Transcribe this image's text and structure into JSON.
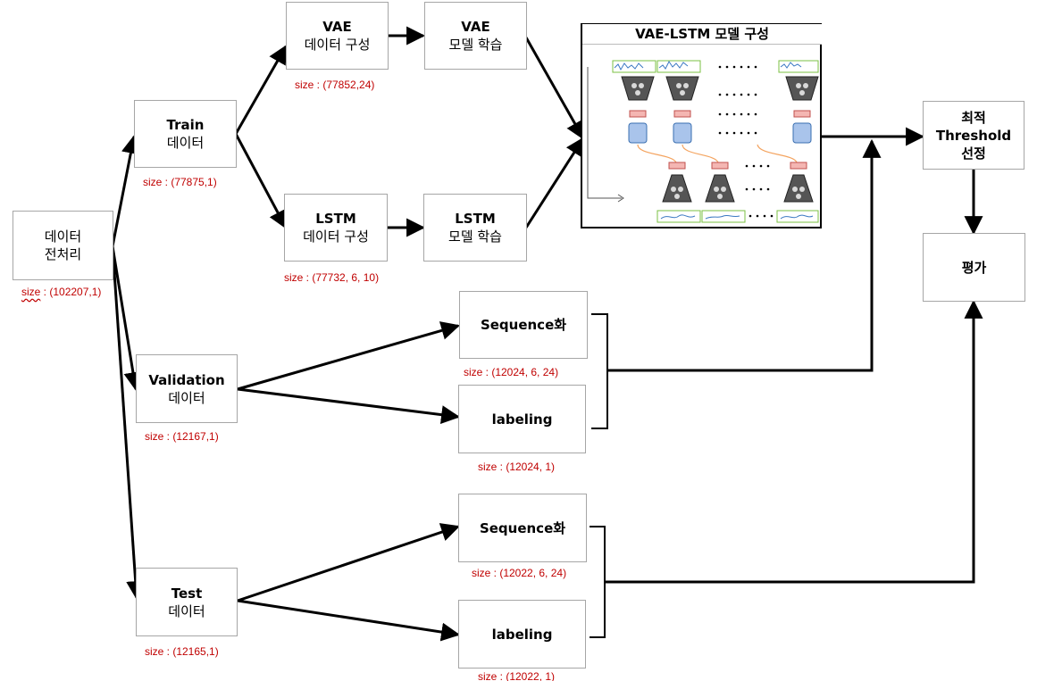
{
  "nodes": {
    "preprocess": {
      "line1": "데이터",
      "line2": "전처리",
      "size": "size : (102207,1)",
      "size_wavy": "size"
    },
    "train": {
      "line1": "Train",
      "line2": "데이터",
      "size": "size : (77875,1)"
    },
    "vae_data": {
      "line1": "VAE",
      "line2": "데이터 구성",
      "size": "size : (77852,24)"
    },
    "vae_train": {
      "line1": "VAE",
      "line2": "모델 학습"
    },
    "lstm_data": {
      "line1": "LSTM",
      "line2": "데이터 구성",
      "size": "size : (77732, 6, 10)"
    },
    "lstm_train": {
      "line1": "LSTM",
      "line2": "모델 학습"
    },
    "model": {
      "title": "VAE-LSTM 모델 구성"
    },
    "threshold": {
      "line1": "최적",
      "line2": "Threshold",
      "line3": "선정"
    },
    "eval": {
      "line1": "평가"
    },
    "validation": {
      "line1": "Validation",
      "line2": "데이터",
      "size": "size : (12167,1)"
    },
    "val_seq": {
      "line1": "Sequence화",
      "size": "size : (12024, 6, 24)"
    },
    "val_label": {
      "line1": "labeling",
      "size": "size : (12024, 1)"
    },
    "test": {
      "line1": "Test",
      "line2": "데이터",
      "size": "size : (12165,1)"
    },
    "test_seq": {
      "line1": "Sequence화",
      "size": "size : (12022, 6, 24)"
    },
    "test_label": {
      "line1": "labeling",
      "size": "size : (12022, 1)"
    }
  },
  "colors": {
    "size_text": "#c00000",
    "arrow": "#000000",
    "box_border": "#a6a6a6"
  }
}
